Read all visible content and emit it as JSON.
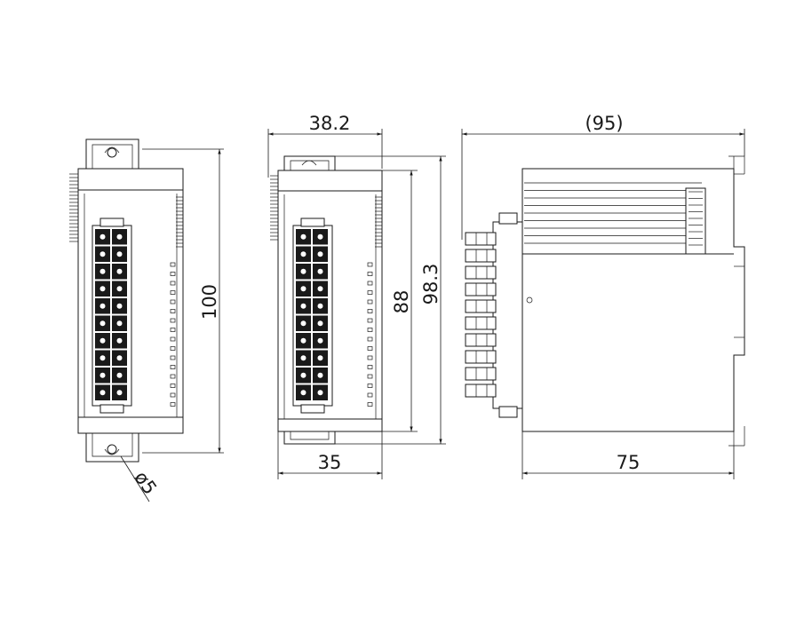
{
  "drawing": {
    "front_view": {
      "height_label": "100",
      "hole_label": "ø5"
    },
    "side_view": {
      "width_top_label": "38.2",
      "width_bottom_label": "35",
      "height_inner_label": "88",
      "height_outer_label": "98.3"
    },
    "depth_view": {
      "overall_label": "(95)",
      "body_label": "75"
    },
    "terminal_rows": 10,
    "terminal_columns": 2
  }
}
